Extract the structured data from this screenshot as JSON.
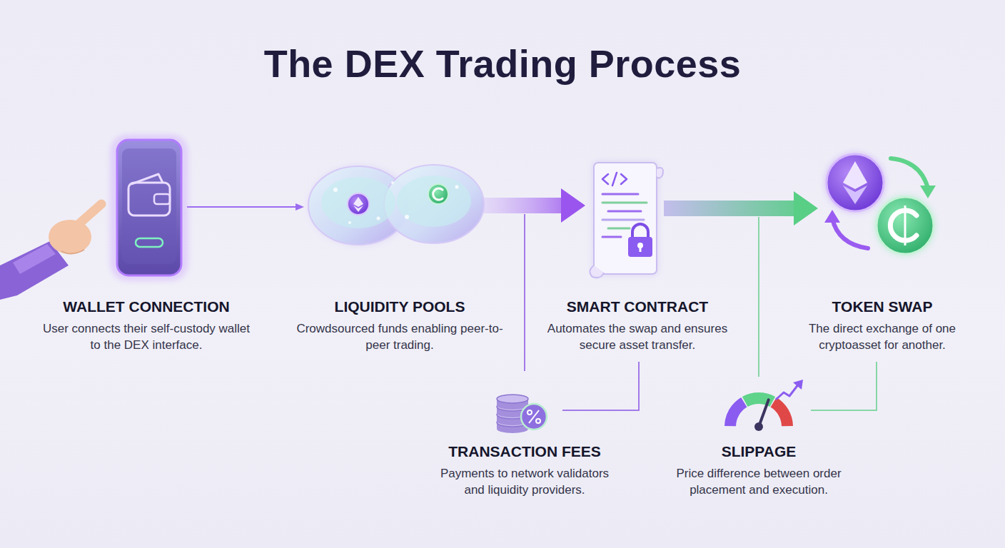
{
  "diagram": {
    "title": "The DEX Trading Process",
    "nodes": [
      {
        "text": [
          "WALLET CONNECTION",
          "User connects their self-custody wallet to the DEX interface."
        ]
      },
      {
        "text": [
          "LIQUIDITY POOLS",
          "Crowdsourced funds enabling peer-to-peer trading."
        ]
      },
      {
        "text": [
          "SMART CONTRACT",
          "Automates the swap and ensures secure asset transfer."
        ]
      },
      {
        "text": [
          "TOKEN SWAP",
          "The direct exchange of one cryptoasset for another."
        ]
      },
      {
        "text": [
          "TRANSACTION FEES",
          "Payments to network validators and liquidity providers."
        ]
      },
      {
        "text": [
          "SLIPPAGE",
          "Price difference between order placement and execution."
        ]
      }
    ],
    "edges": [
      {
        "from": 0,
        "to": 1,
        "arrow": "to"
      },
      {
        "from": 1,
        "to": 2,
        "arrow": "to"
      },
      {
        "from": 2,
        "to": 3,
        "arrow": "to"
      },
      {
        "from": 4,
        "to": 2,
        "arrow": "none"
      },
      {
        "from": 5,
        "to": 3,
        "arrow": "none"
      }
    ]
  }
}
